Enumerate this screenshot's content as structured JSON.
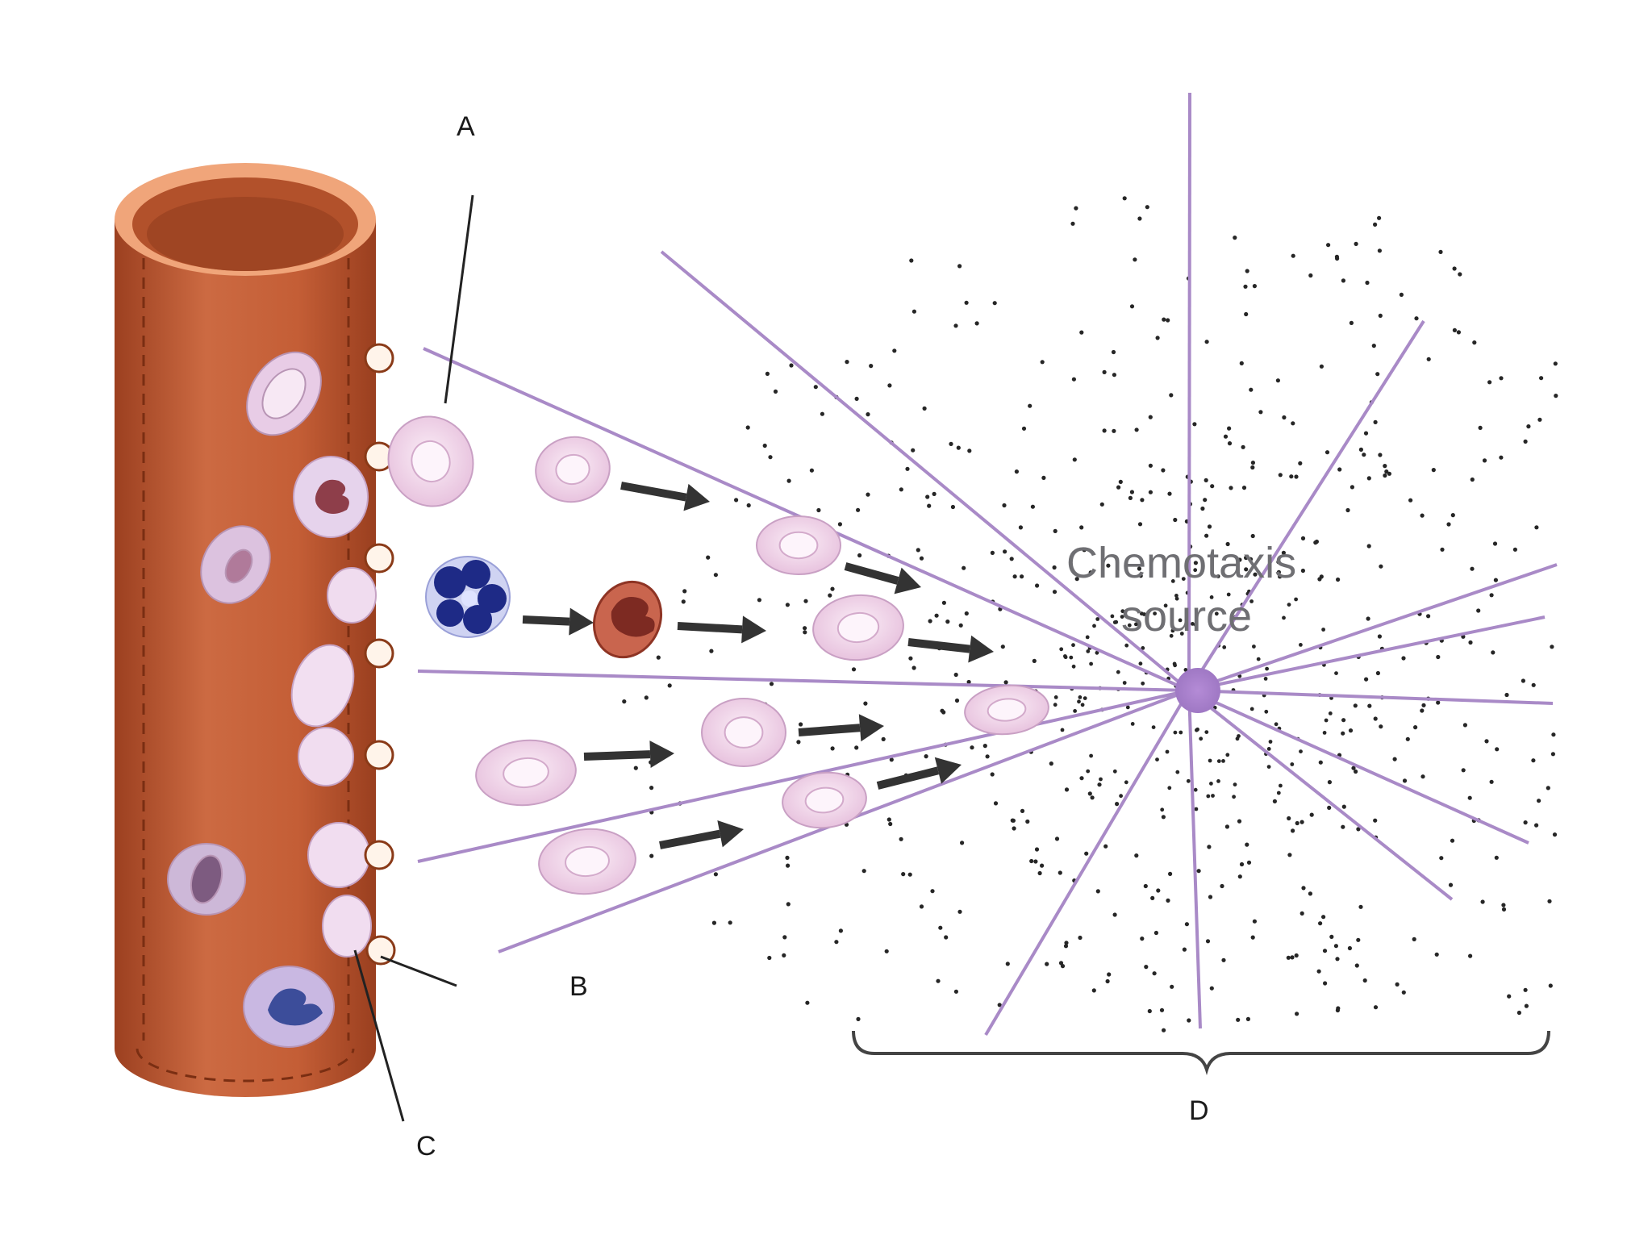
{
  "labels": {
    "a": "A",
    "b": "B",
    "c": "C",
    "d": "D",
    "chemotaxis_line1": "Chemotaxis",
    "chemotaxis_line2": "source"
  },
  "colors": {
    "vessel": "#c8603a",
    "vessel_dark": "#a24522",
    "vessel_rim": "#e98a5e",
    "cell_fill": "#f3d6ec",
    "cell_outline": "#c9a0c4",
    "neutrophil": "#1f2d8a",
    "monocyte": "#a33b2c",
    "ray": "#a887c4",
    "dot": "#222222",
    "arrow": "#333333"
  }
}
